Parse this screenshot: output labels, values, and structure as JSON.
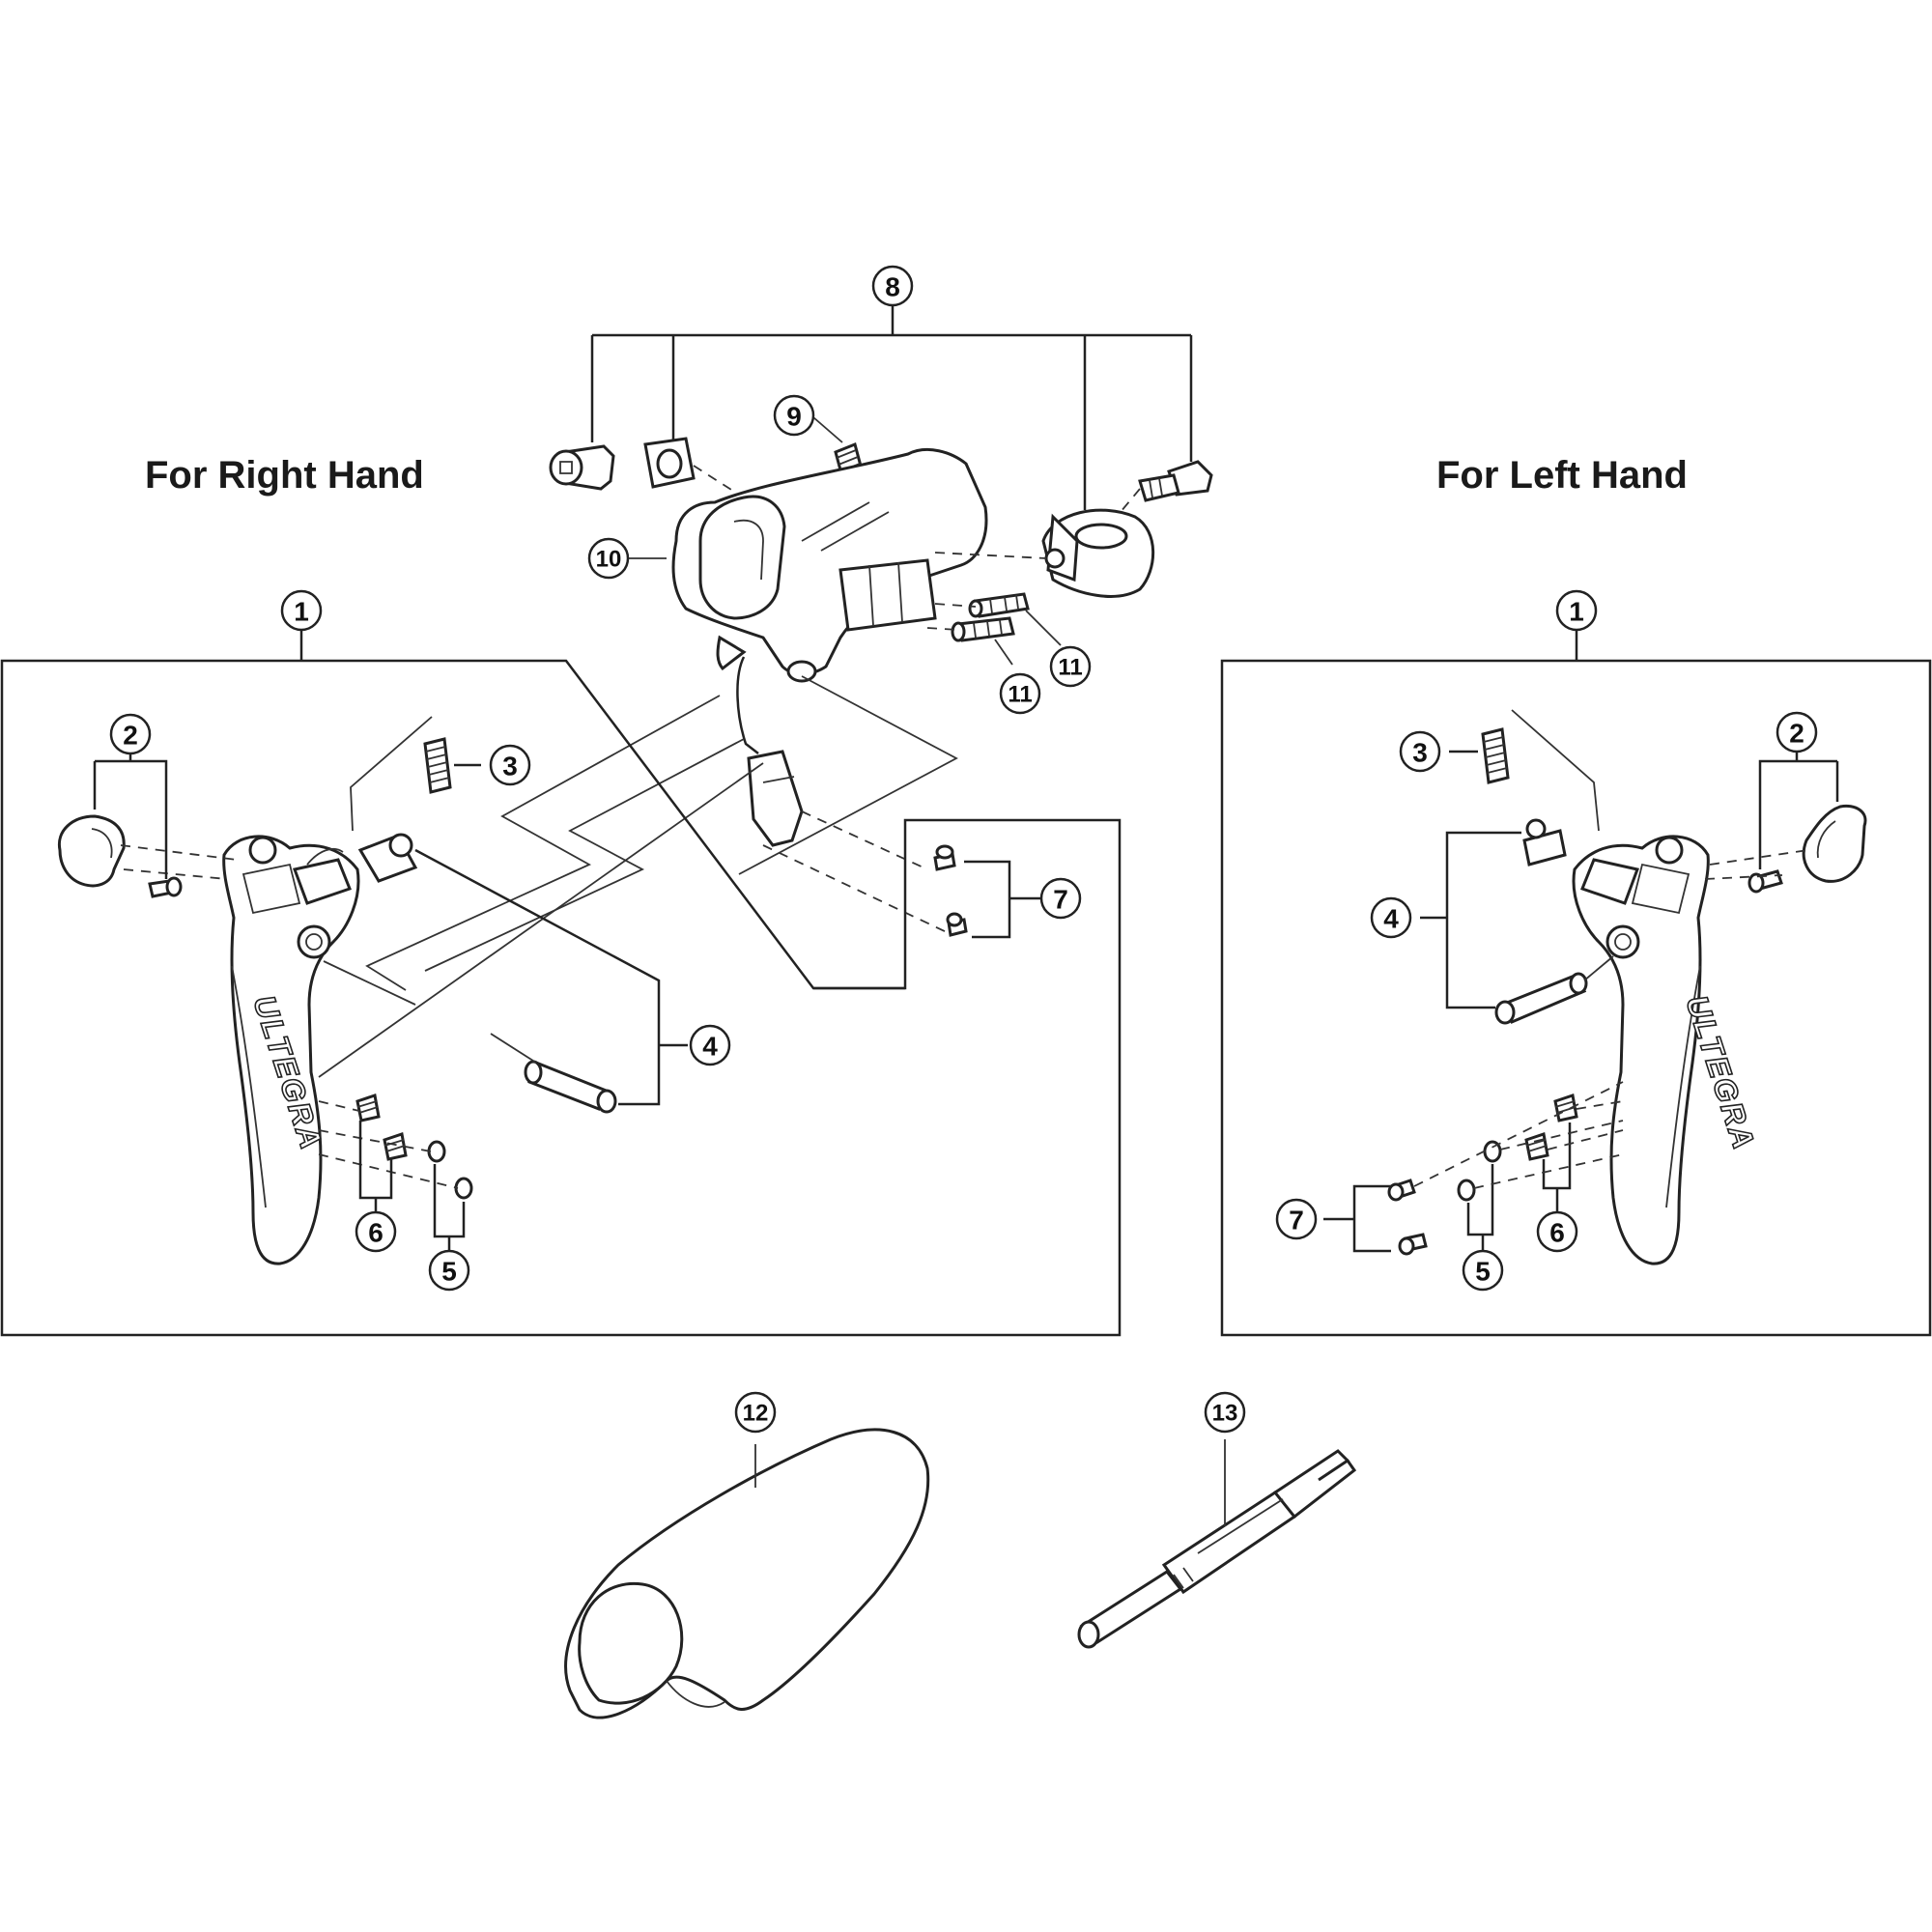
{
  "headings": {
    "right_hand": "For Right Hand",
    "left_hand": "For Left Hand"
  },
  "brand_label": "ULTEGRA",
  "callouts": {
    "right_hand": [
      "1",
      "2",
      "3",
      "4",
      "5",
      "6",
      "7"
    ],
    "left_hand": [
      "1",
      "2",
      "3",
      "4",
      "5",
      "6",
      "7"
    ],
    "bracket": [
      "8",
      "9",
      "10",
      "11",
      "11"
    ],
    "accessories": [
      "12",
      "13"
    ]
  }
}
